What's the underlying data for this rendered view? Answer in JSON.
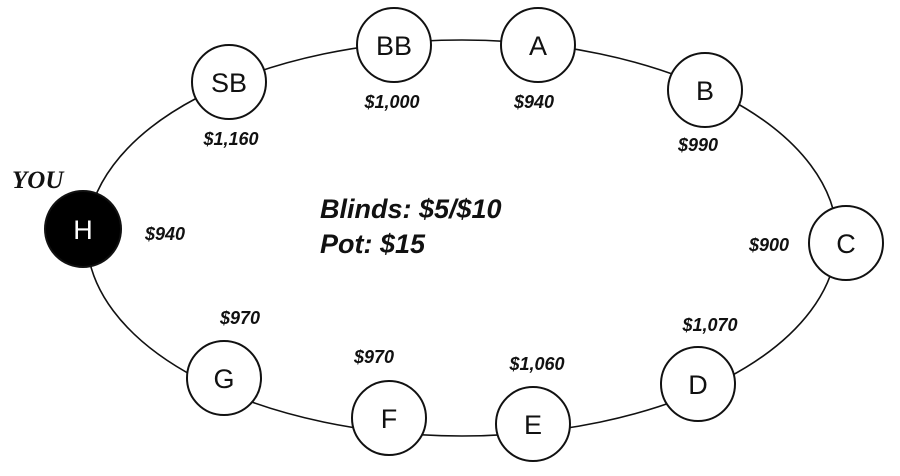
{
  "you_label": "YOU",
  "info": {
    "blinds": "Blinds: $5/$10",
    "pot": "Pot: $15"
  },
  "seats": [
    {
      "id": "sb",
      "label": "SB",
      "stack": "$1,160",
      "is_you": false
    },
    {
      "id": "bb",
      "label": "BB",
      "stack": "$1,000",
      "is_you": false
    },
    {
      "id": "a",
      "label": "A",
      "stack": "$940",
      "is_you": false
    },
    {
      "id": "b",
      "label": "B",
      "stack": "$990",
      "is_you": false
    },
    {
      "id": "c",
      "label": "C",
      "stack": "$900",
      "is_you": false
    },
    {
      "id": "d",
      "label": "D",
      "stack": "$1,070",
      "is_you": false
    },
    {
      "id": "e",
      "label": "E",
      "stack": "$1,060",
      "is_you": false
    },
    {
      "id": "f",
      "label": "F",
      "stack": "$970",
      "is_you": false
    },
    {
      "id": "g",
      "label": "G",
      "stack": "$970",
      "is_you": false
    },
    {
      "id": "h",
      "label": "H",
      "stack": "$940",
      "is_you": true
    }
  ],
  "colors": {
    "ink": "#111111",
    "you_seat_fill": "#000000",
    "seat_fill": "#ffffff"
  }
}
